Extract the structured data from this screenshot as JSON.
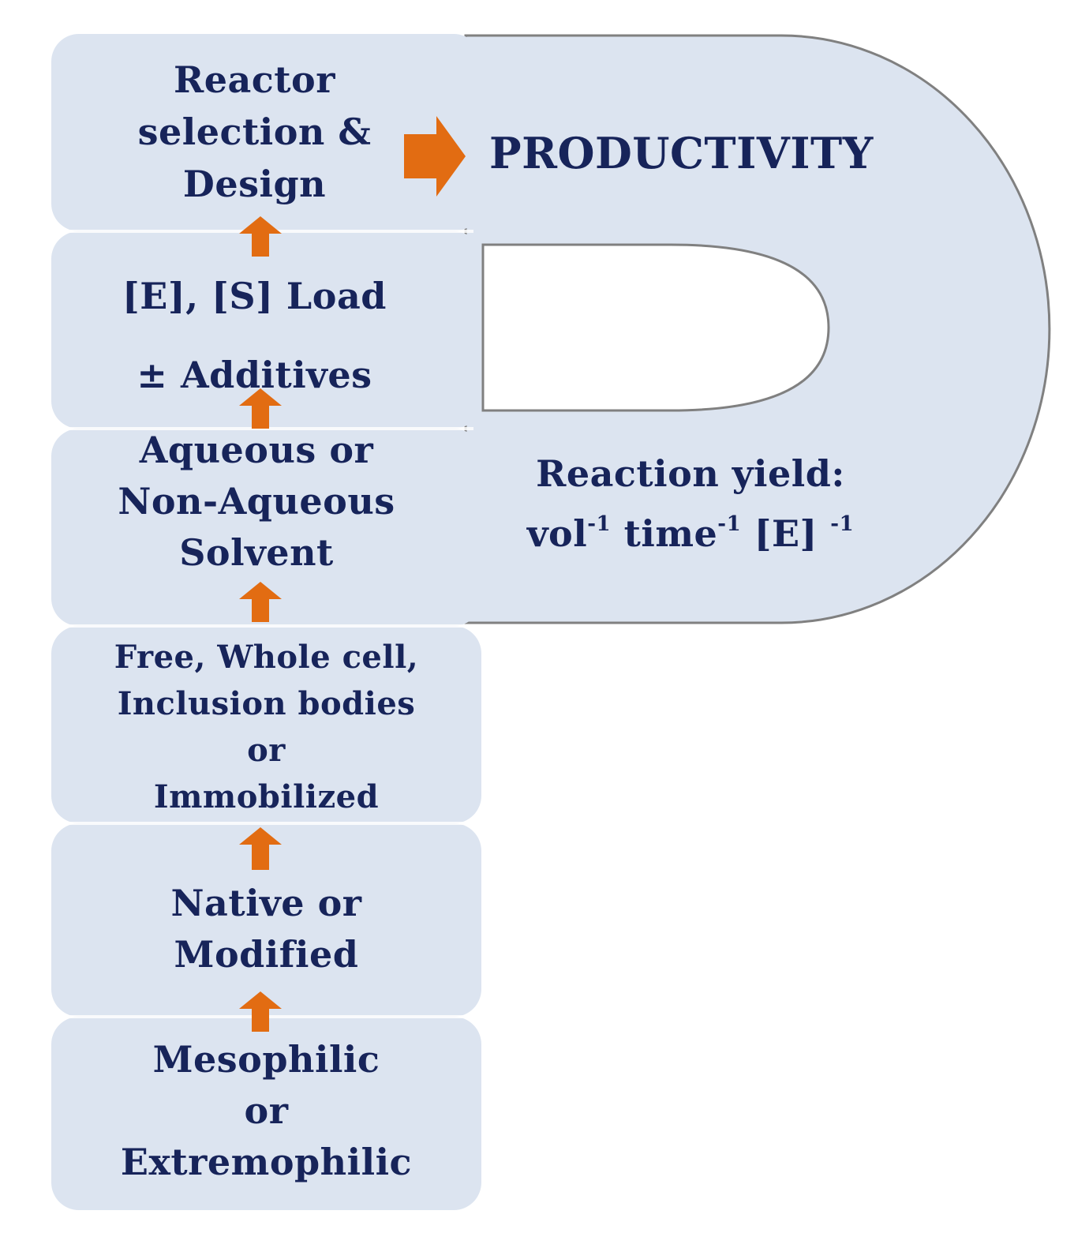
{
  "steps": [
    {
      "lines": [
        "Reactor",
        "selection &",
        "Design"
      ]
    },
    {
      "lines": [
        "[E], [S] Load",
        "± Additives"
      ]
    },
    {
      "lines": [
        "Aqueous or",
        "Non-Aqueous",
        "Solvent"
      ]
    },
    {
      "lines": [
        "Free, Whole cell,",
        "Inclusion bodies",
        "or",
        "Immobilized"
      ]
    },
    {
      "lines": [
        "Native or",
        "Modified"
      ]
    },
    {
      "lines": [
        "Mesophilic",
        "or",
        "Extremophilic"
      ]
    }
  ],
  "title": "PRODUCTIVITY",
  "yield": {
    "label": "Reaction yield:",
    "term1": "vol",
    "term2": "time",
    "term3": "[E]",
    "exponent": "-1"
  },
  "colors": {
    "box_fill": "#dce4f0",
    "text": "#17245a",
    "arrow": "#e26c12",
    "outline": "#808080"
  }
}
